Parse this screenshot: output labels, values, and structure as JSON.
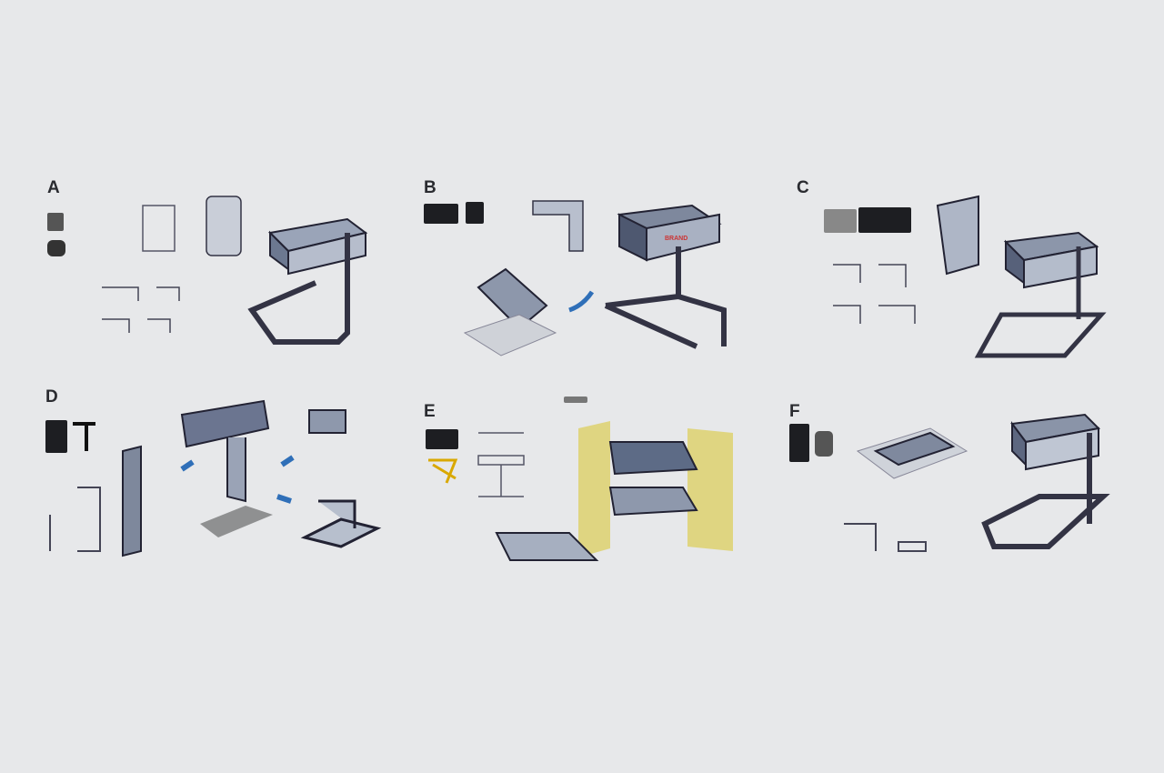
{
  "panels": [
    {
      "label": "A"
    },
    {
      "label": "B",
      "brand_text": "BRAND"
    },
    {
      "label": "C"
    },
    {
      "label": "D"
    },
    {
      "label": "E"
    },
    {
      "label": "F"
    }
  ],
  "colors": {
    "background": "#e7e8ea",
    "ink": "#2a2b30",
    "marker_blue": "#5d6b86",
    "highlight_yellow": "#d9c42a",
    "arrow_blue": "#2f6fb8"
  }
}
